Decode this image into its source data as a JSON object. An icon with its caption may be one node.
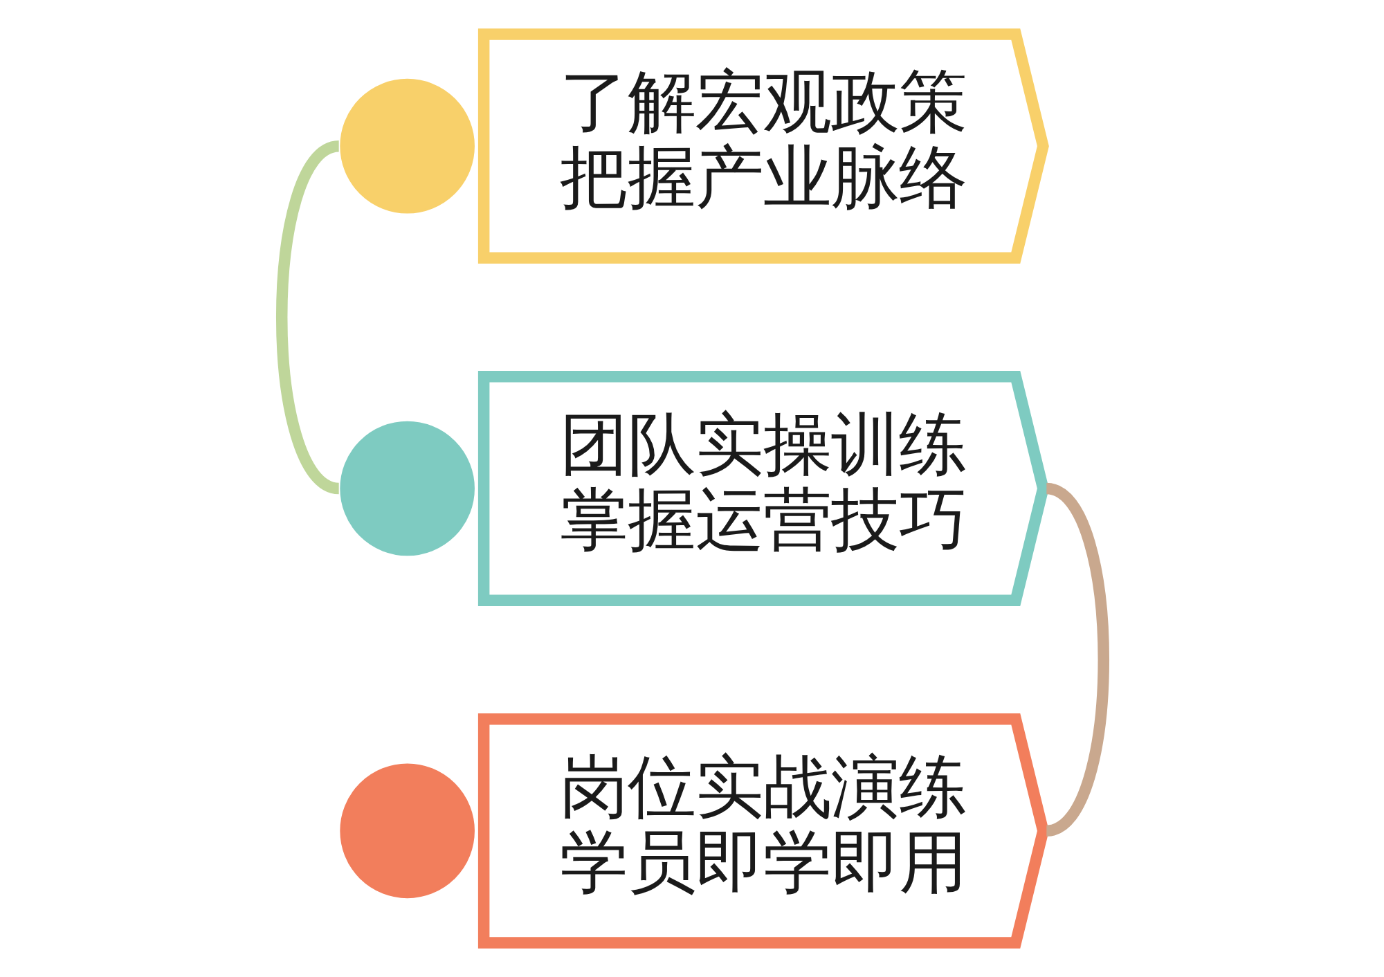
{
  "diagram": {
    "nodes": [
      {
        "text": [],
        "shape": "circle"
      },
      {
        "text": [
          "了解宏观政策",
          "把握产业脉络"
        ]
      },
      {
        "text": [],
        "shape": "circle"
      },
      {
        "text": [
          "团队实操训练",
          "掌握运营技巧"
        ]
      },
      {
        "text": [],
        "shape": "circle"
      },
      {
        "text": [
          "岗位实战演练",
          "学员即学即用"
        ]
      }
    ],
    "edges": [
      {
        "from": 0,
        "to": 2,
        "arrow": "none",
        "color": "#bfd69a"
      },
      {
        "from": 3,
        "to": 5,
        "arrow": "none",
        "color": "#c9a88e"
      }
    ]
  }
}
